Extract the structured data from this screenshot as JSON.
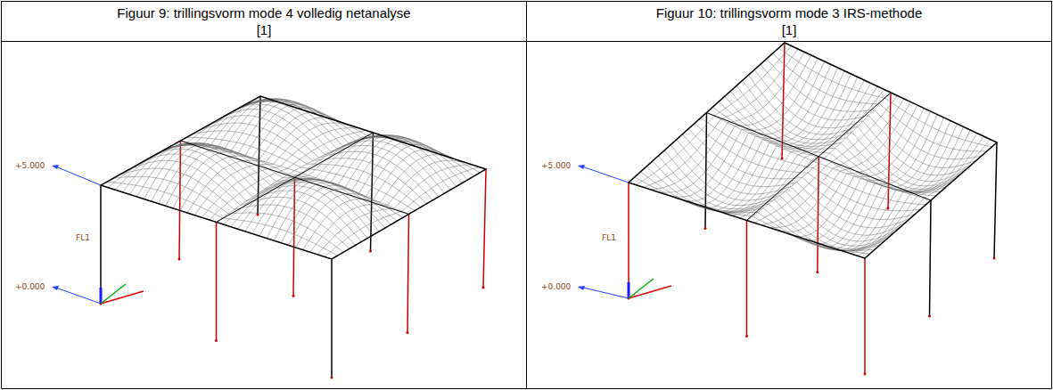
{
  "diagram": {
    "nodes": [
      {
        "text": [
          "Figuur 9: trillingsvorm mode 4 volledig netanalyse [1]"
        ]
      },
      {
        "text": [
          "Figuur 10: trillingsvorm mode 3 IRS-methode [1]"
        ]
      }
    ],
    "labels": [
      "+5.000",
      "FL1",
      "+0.000",
      "+5.000",
      "FL1",
      "+0.000"
    ]
  }
}
